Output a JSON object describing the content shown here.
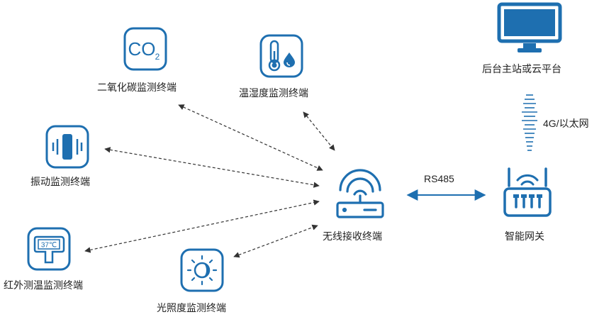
{
  "colors": {
    "accent": "#1e6fb0",
    "dashed": "#333333",
    "text": "#222222"
  },
  "nodes": {
    "co2": {
      "label": "二氧化碳监测终端",
      "icon": "co2-icon",
      "icon_text": "CO",
      "icon_sub": "2"
    },
    "temp_humidity": {
      "label": "温湿度监测终端",
      "icon": "thermometer-drop-icon"
    },
    "vibration": {
      "label": "振动监测终端",
      "icon": "vibration-icon"
    },
    "infrared": {
      "label": "红外测温监测终端",
      "icon": "ir-thermometer-icon",
      "icon_text": "37℃"
    },
    "light": {
      "label": "光照度监测终端",
      "icon": "light-sensor-icon"
    },
    "wireless_receiver": {
      "label": "无线接收终端",
      "icon": "wireless-router-icon"
    },
    "gateway": {
      "label": "智能网关",
      "icon": "gateway-icon"
    },
    "backend": {
      "label": "后台主站或云平台",
      "icon": "monitor-icon"
    }
  },
  "links": {
    "rs485": "RS485",
    "uplink": "4G/以太网"
  }
}
